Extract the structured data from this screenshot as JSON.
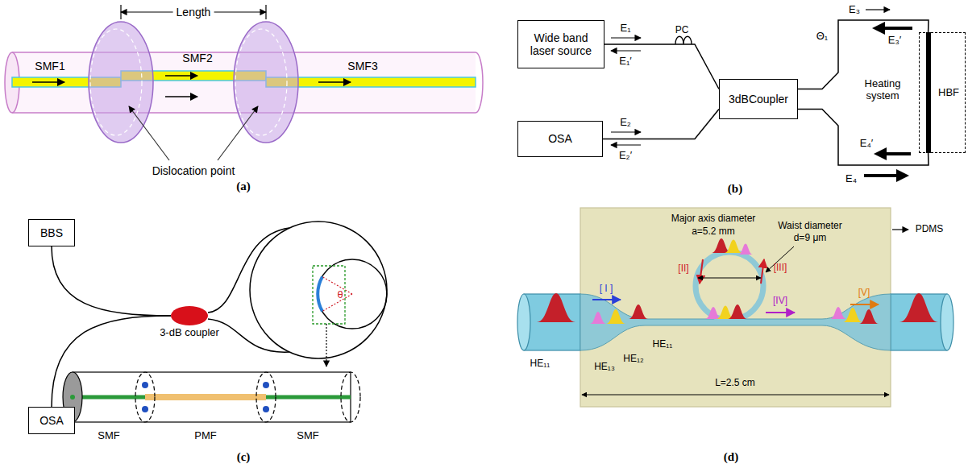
{
  "diagram": {
    "nodes": [
      {
        "text": [
          "Wide band laser source"
        ]
      },
      {
        "text": [
          "OSA"
        ]
      },
      {
        "text": [
          "3dBCoupler"
        ]
      },
      {
        "text": [
          "HBF"
        ]
      },
      {
        "text": [
          "BBS"
        ]
      },
      {
        "text": [
          "OSA"
        ]
      },
      {
        "text": [
          "3-dB coupler"
        ]
      }
    ],
    "edges": [
      {
        "from": 0,
        "to": 2,
        "arrow": "none"
      },
      {
        "from": 1,
        "to": 2,
        "arrow": "none"
      },
      {
        "from": 2,
        "to": 3,
        "arrow": "none"
      },
      {
        "from": 2,
        "to": 3,
        "arrow": "none"
      },
      {
        "from": 4,
        "to": 6,
        "arrow": "none"
      },
      {
        "from": 5,
        "to": 6,
        "arrow": "none"
      }
    ],
    "labels": [
      "(a)",
      "(b)",
      "(c)",
      "(d)",
      "Length",
      "SMF1",
      "SMF2",
      "SMF3",
      "Dislocation point",
      "E₁",
      "E₁′",
      "PC",
      "E₂",
      "E₂′",
      "E₃",
      "Θ₁",
      "E₃′",
      "Heating system",
      "E₄′",
      "E₄",
      "θ",
      "SMF",
      "PMF",
      "SMF",
      "Major axis diameter",
      "a=5.2 mm",
      "Waist diameter",
      "d=9 μm",
      "PDMS",
      "[ I ]",
      "[II]",
      "[III]",
      "[IV]",
      "[V]",
      "HE₁₁",
      "HE₁₃",
      "HE₁₂",
      "HE₁₁",
      "L=2.5 cm"
    ]
  }
}
